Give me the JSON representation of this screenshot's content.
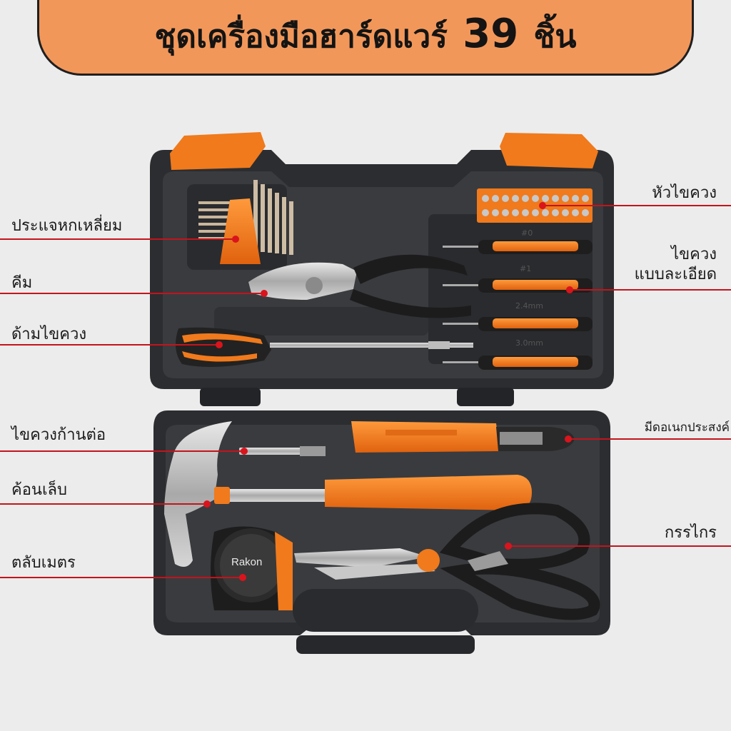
{
  "title": {
    "prefix": "ชุดเครื่องมือฮาร์ดแวร์",
    "number": "39",
    "suffix": "ชิ้น"
  },
  "brand": {
    "tape_brand": "Rakon"
  },
  "driver_sizes": [
    "#0",
    "#1",
    "2.4mm",
    "3.0mm"
  ],
  "colors": {
    "accent": "#f2975a",
    "tool_orange": "#f07a1c",
    "case": "#2f3033",
    "callout": "#c3141c"
  },
  "labels": {
    "hex_keys": "ประแจหกเหลี่ยม",
    "pliers": "คีม",
    "screwdriver_handle": "ด้ามไขควง",
    "extension_bar": "ไขควงก้านต่อ",
    "hammer": "ค้อนเล็บ",
    "tape_measure": "ตลับเมตร",
    "bits": "หัวไขควง",
    "precision_line1": "ไขควง",
    "precision_line2": "แบบละเอียด",
    "utility_knife": "มีดอเนกประสงค์",
    "scissors": "กรรไกร"
  }
}
